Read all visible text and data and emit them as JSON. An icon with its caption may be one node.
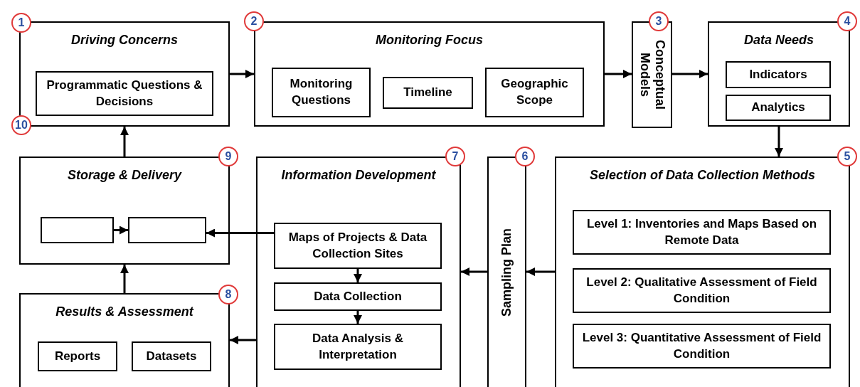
{
  "diagram": {
    "nodes": [
      {
        "text": [
          "Driving Concerns"
        ],
        "beside": [
          "1",
          "10"
        ]
      },
      {
        "text": [
          "Programmatic Questions & Decisions"
        ],
        "in": 0
      },
      {
        "text": [
          "Monitoring Focus"
        ],
        "beside": [
          "2"
        ]
      },
      {
        "text": [
          "Monitoring Questions"
        ],
        "in": 2
      },
      {
        "text": [
          "Timeline"
        ],
        "in": 2
      },
      {
        "text": [
          "Geographic Scope"
        ],
        "in": 2
      },
      {
        "text": [
          "Conceptual Models"
        ],
        "beside": [
          "3"
        ]
      },
      {
        "text": [
          "Data Needs"
        ],
        "beside": [
          "4"
        ]
      },
      {
        "text": [
          "Indicators"
        ],
        "in": 7
      },
      {
        "text": [
          "Analytics"
        ],
        "in": 7
      },
      {
        "text": [
          "Storage & Delivery"
        ],
        "beside": [
          "9"
        ]
      },
      {
        "text": [],
        "shape": "box",
        "in": 10
      },
      {
        "text": [],
        "shape": "box",
        "in": 10
      },
      {
        "text": [
          "Information Development"
        ],
        "beside": [
          "7"
        ]
      },
      {
        "text": [
          "Maps of Projects & Data Collection Sites"
        ],
        "in": 13
      },
      {
        "text": [
          "Data Collection"
        ],
        "in": 13
      },
      {
        "text": [
          "Data Analysis & Interpretation"
        ],
        "in": 13
      },
      {
        "text": [
          "Sampling Plan"
        ],
        "beside": [
          "6"
        ]
      },
      {
        "text": [
          "Selection of Data Collection Methods"
        ],
        "beside": [
          "5"
        ]
      },
      {
        "text": [
          "Level 1: Inventories and Maps Based on Remote Data"
        ],
        "in": 18
      },
      {
        "text": [
          "Level 2: Qualitative Assessment of Field Condition"
        ],
        "in": 18
      },
      {
        "text": [
          "Level 3: Quantitative Assessment of Field Condition"
        ],
        "in": 18
      },
      {
        "text": [
          "Results & Assessment"
        ],
        "beside": [
          "8"
        ]
      },
      {
        "text": [
          "Reports"
        ],
        "in": 22
      },
      {
        "text": [
          "Datasets"
        ],
        "in": 22
      }
    ],
    "edges": [
      {
        "from": 0,
        "to": 2,
        "arrow": "to"
      },
      {
        "from": 2,
        "to": 6,
        "arrow": "to"
      },
      {
        "from": 6,
        "to": 7,
        "arrow": "to"
      },
      {
        "from": 7,
        "to": 18,
        "arrow": "to"
      },
      {
        "from": 18,
        "to": 17,
        "arrow": "to"
      },
      {
        "from": 17,
        "to": 13,
        "arrow": "to"
      },
      {
        "from": 13,
        "to": 22,
        "arrow": "to"
      },
      {
        "from": 22,
        "to": 10,
        "arrow": "to"
      },
      {
        "from": 10,
        "to": 0,
        "arrow": "to"
      },
      {
        "from": 11,
        "to": 12,
        "arrow": "to"
      },
      {
        "from": 14,
        "to": 12,
        "arrow": "to"
      },
      {
        "from": 14,
        "to": 15,
        "arrow": "to"
      },
      {
        "from": 15,
        "to": 16,
        "arrow": "to"
      }
    ]
  }
}
